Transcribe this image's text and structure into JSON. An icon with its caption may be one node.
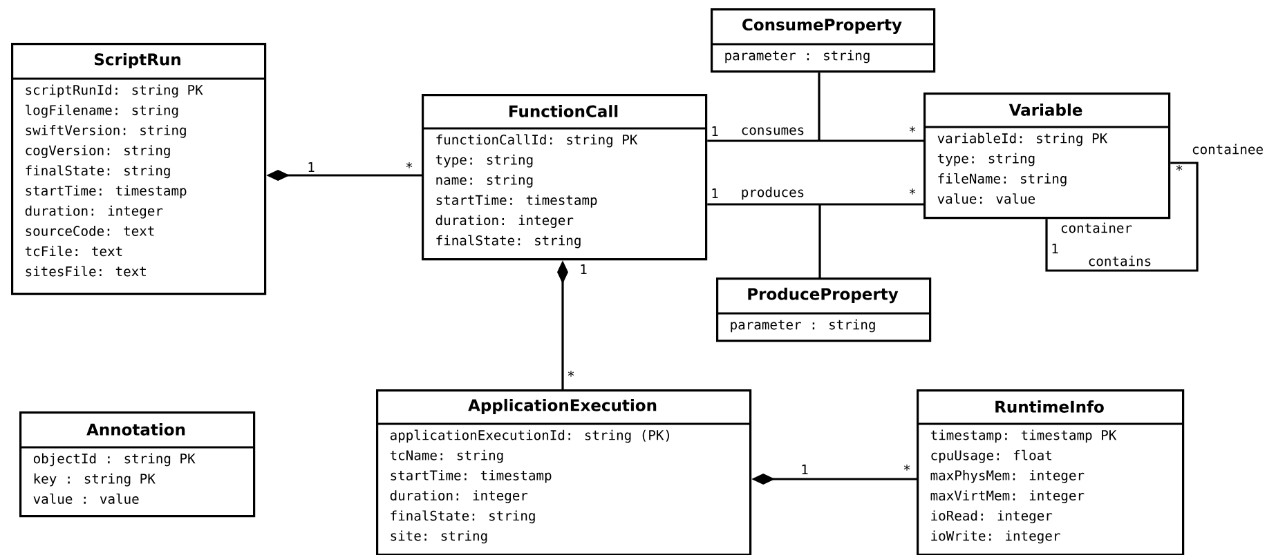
{
  "diagram": {
    "nodes": [
      {
        "text": [
          "ScriptRun",
          "scriptRunId: string  PK",
          "logFilename: string",
          "swiftVersion: string",
          "cogVersion: string",
          "finalState: string",
          "startTime: timestamp",
          "duration: integer",
          "sourceCode: text",
          "tcFile: text",
          "sitesFile: text"
        ]
      },
      {
        "text": [
          "ConsumeProperty",
          "parameter : string"
        ]
      },
      {
        "text": [
          "FunctionCall",
          "functionCallId: string  PK",
          "type: string",
          "name: string",
          "startTime: timestamp",
          "duration: integer",
          "finalState: string"
        ]
      },
      {
        "text": [
          "Variable",
          "variableId: string  PK",
          "type: string",
          "fileName: string",
          "value: value"
        ]
      },
      {
        "text": [
          "ProduceProperty",
          "parameter : string"
        ]
      },
      {
        "text": [
          "Annotation",
          "objectId : string  PK",
          "key : string  PK",
          "value : value"
        ]
      },
      {
        "text": [
          "ApplicationExecution",
          "applicationExecutionId: string (PK)",
          "tcName: string",
          "startTime: timestamp",
          "duration: integer",
          "finalState: string",
          "site: string"
        ]
      },
      {
        "text": [
          "RuntimeInfo",
          "timestamp: timestamp  PK",
          "cpuUsage: float",
          "maxPhysMem: integer",
          "maxVirtMem: integer",
          "ioRead: integer",
          "ioWrite: integer"
        ]
      }
    ],
    "edges": [
      {
        "from": 0,
        "to": 2,
        "arrow": "other"
      },
      {
        "from": 2,
        "to": 3,
        "arrow": "none",
        "label": "consumes"
      },
      {
        "from": 2,
        "to": 3,
        "arrow": "none",
        "label": "produces"
      },
      {
        "from": 1,
        "to": null,
        "arrow": "none"
      },
      {
        "from": 4,
        "to": null,
        "arrow": "none"
      },
      {
        "from": 3,
        "to": 3,
        "arrow": "none",
        "label": "contains"
      },
      {
        "from": 2,
        "to": 6,
        "arrow": "other"
      },
      {
        "from": 6,
        "to": 7,
        "arrow": "other"
      }
    ],
    "labels": [
      "1",
      "*",
      "1",
      "*",
      "containee",
      "*",
      "1",
      "*",
      "container",
      "1",
      "1",
      "*",
      "1",
      "*"
    ]
  }
}
